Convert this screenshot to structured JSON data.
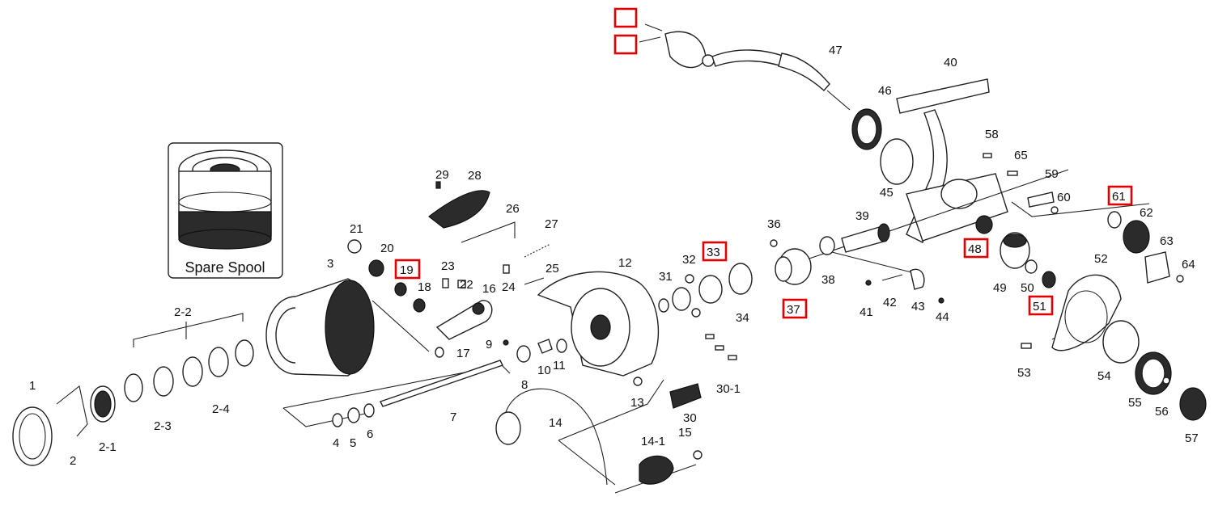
{
  "inset": {
    "label": "Spare Spool"
  },
  "parts": {
    "p1": "1",
    "p2": "2",
    "p2_1": "2-1",
    "p2_2": "2-2",
    "p2_3": "2-3",
    "p2_4": "2-4",
    "p3": "3",
    "p4": "4",
    "p5": "5",
    "p6": "6",
    "p7": "7",
    "p8": "8",
    "p9": "9",
    "p10": "10",
    "p11": "11",
    "p12": "12",
    "p13": "13",
    "p14": "14",
    "p14_1": "14-1",
    "p15": "15",
    "p16": "16",
    "p17": "17",
    "p18": "18",
    "p19": "19",
    "p20": "20",
    "p21": "21",
    "p22": "22",
    "p23": "23",
    "p24": "24",
    "p25": "25",
    "p26": "26",
    "p27": "27",
    "p28": "28",
    "p29": "29",
    "p30": "30",
    "p30_1": "30-1",
    "p31": "31",
    "p32": "32",
    "p33": "33",
    "p34": "34",
    "p36": "36",
    "p37": "37",
    "p38": "38",
    "p39": "39",
    "p40": "40",
    "p41": "41",
    "p42": "42",
    "p43": "43",
    "p44": "44",
    "p45": "45",
    "p46": "46",
    "p47": "47",
    "p48": "48",
    "p49": "49",
    "p50": "50",
    "p51": "51",
    "p52": "52",
    "p53": "53",
    "p54": "54",
    "p55": "55",
    "p56": "56",
    "p57": "57",
    "p58": "58",
    "p59": "59",
    "p60": "60",
    "p61": "61",
    "p62": "62",
    "p63": "63",
    "p64": "64",
    "p65": "65"
  },
  "highlighted_parts": [
    "19",
    "33",
    "37",
    "48",
    "51",
    "61"
  ],
  "colors": {
    "highlight": "#e00000",
    "line": "#222222"
  }
}
